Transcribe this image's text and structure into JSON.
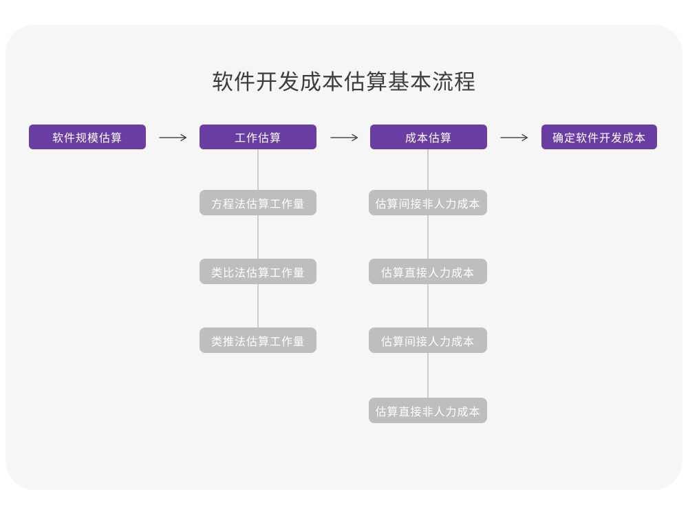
{
  "page": {
    "title": "软件开发成本估算基本流程"
  },
  "colors": {
    "page_background": "#FFFFFF",
    "card_background": "#F6F6F7",
    "stage_box": "#6A3DA3",
    "sub_box": "#BEBEBE",
    "box_text": "#FFFFFF",
    "title_text": "#3D3D3D",
    "arrow": "#4A4A4A",
    "connector_line": "#CDCDCD"
  },
  "flow": {
    "stages": [
      {
        "label": "软件规模估算"
      },
      {
        "label": "工作估算"
      },
      {
        "label": "成本估算"
      },
      {
        "label": "确定软件开发成本"
      }
    ],
    "work_estimation_methods": [
      "方程法估算工作量",
      "类比法估算工作量",
      "类推法估算工作量"
    ],
    "cost_estimation_steps": [
      "估算间接非人力成本",
      "估算直接人力成本",
      "估算间接人力成本",
      "估算直接非人力成本"
    ]
  }
}
